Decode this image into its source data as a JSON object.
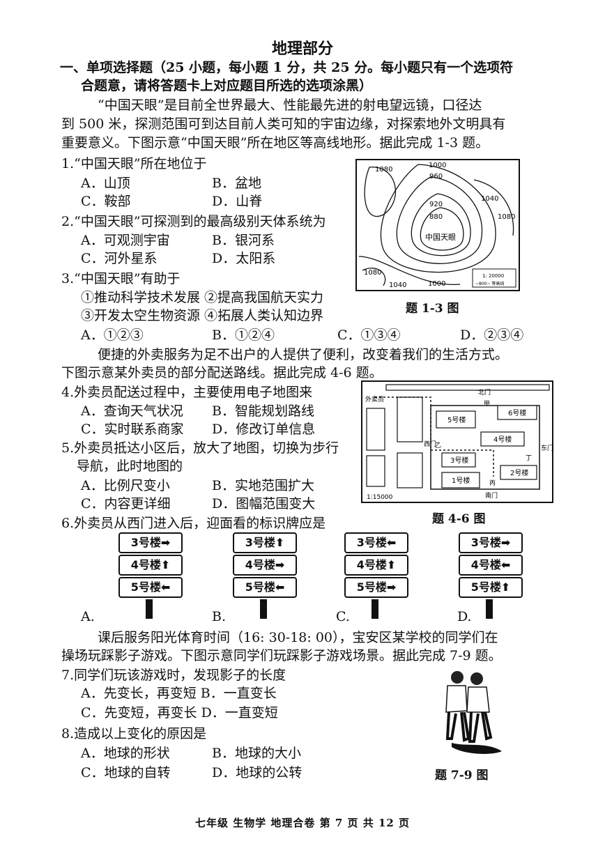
{
  "title": "地理部分",
  "section_heading_1": "一、单项选择题（25 小题，每小题 1 分，共 25 分。每小题只有一个选项符",
  "section_heading_2": "合题意，请将答题卡上对应题目所选的选项涂黑）",
  "intro1": [
    "“中国天眼”是目前全世界最大、性能最先进的射电望远镜，口径达",
    "到 500 米，探测范围可到达目前人类可知的宇宙边缘，对探索地外文明具有",
    "重要意义。下图示意“中国天眼”所在地区等高线地形。据此完成 1-3 题。"
  ],
  "q1": {
    "stem": "1.“中国天眼”所在地位于",
    "a": "A．山顶",
    "b": "B．盆地",
    "c": "C．鞍部",
    "d": "D．山脊"
  },
  "q2": {
    "stem": "2.“中国天眼”可探测到的最高级别天体系统为",
    "a": "A．可观测宇宙",
    "b": "B．银河系",
    "c": "C．河外星系",
    "d": "D．太阳系"
  },
  "q3": {
    "stem": "3.“中国天眼”有助于",
    "s1": "①推动科学技术发展 ②提高我国航天实力",
    "s2": "③开发太空生物资源 ④拓展人类认知边界",
    "a": "A．①②③",
    "b": "B．①②④",
    "c": "C．①③④",
    "d": "D．②③④"
  },
  "fig1": {
    "caption": "题 1-3 图",
    "labels": [
      "1080",
      "1000",
      "960",
      "880",
      "920",
      "1040",
      "1080",
      "1080",
      "1040",
      "1000",
      "中国天眼"
    ],
    "legend1": "1: 20000",
    "legend2": "~800~ 等高线"
  },
  "intro2": [
    "便捷的外卖服务为足不出户的人提供了便利，改变着我们的生活方式。",
    "下图示意某外卖员的部分配送路线。据此完成 4-6 题。"
  ],
  "q4": {
    "stem": "4.外卖员配送过程中，主要使用电子地图来",
    "a": "A．查询天气状况",
    "b": "B．智能规划路线",
    "c": "C．实时联系商家",
    "d": "D．修改订单信息"
  },
  "q5": {
    "stem1": "5.外卖员抵达小区后，放大了地图，切换为步行",
    "stem2": "导航，此时地图的",
    "a": "A．比例尺变小",
    "b": "B．实地范围扩大",
    "c": "C．内容更详细",
    "d": "D．图幅范围变大"
  },
  "fig2": {
    "caption": "题 4-6 图",
    "courier": "外卖员",
    "north_gate": "北门",
    "west_gate": "西门",
    "east_gate": "东门",
    "south_gate": "南门",
    "jia": "甲",
    "yi": "乙",
    "bing": "丙",
    "ding": "丁",
    "b1": "1号楼",
    "b2": "2号楼",
    "b3": "3号楼",
    "b4": "4号楼",
    "b5": "5号楼",
    "b6": "6号楼",
    "scale": "1:15000"
  },
  "q6": {
    "stem": "6.外卖员从西门进入后，迎面看的标识牌应是"
  },
  "signs": [
    {
      "label": "A.",
      "rows": [
        "3号楼➡",
        "4号楼⬆",
        "5号楼⬅"
      ]
    },
    {
      "label": "B.",
      "rows": [
        "3号楼⬆",
        "4号楼➡",
        "5号楼⬅"
      ]
    },
    {
      "label": "C.",
      "rows": [
        "3号楼⬅",
        "4号楼⬆",
        "5号楼➡"
      ]
    },
    {
      "label": "D.",
      "rows": [
        "3号楼➡",
        "4号楼⬅",
        "5号楼⬆"
      ]
    }
  ],
  "intro3": [
    "课后服务阳光体育时间（16: 30-18: 00），宝安区某学校的同学们在",
    "操场玩踩影子游戏。下图示意同学们玩踩影子游戏场景。据此完成 7-9 题。"
  ],
  "q7": {
    "stem": "7.同学们玩该游戏时，发现影子的长度",
    "a": "A．先变长，再变短 B．一直变长",
    "c": "C．先变短，再变长 D．一直变短"
  },
  "q8": {
    "stem": "8.造成以上变化的原因是",
    "a": "A．地球的形状",
    "b": "B．地球的大小",
    "c": "C．地球的自转",
    "d": "D．地球的公转"
  },
  "fig3": {
    "caption": "题 7-9 图"
  },
  "footer": "七年级 生物学 地理合卷 第 7 页 共 12 页"
}
